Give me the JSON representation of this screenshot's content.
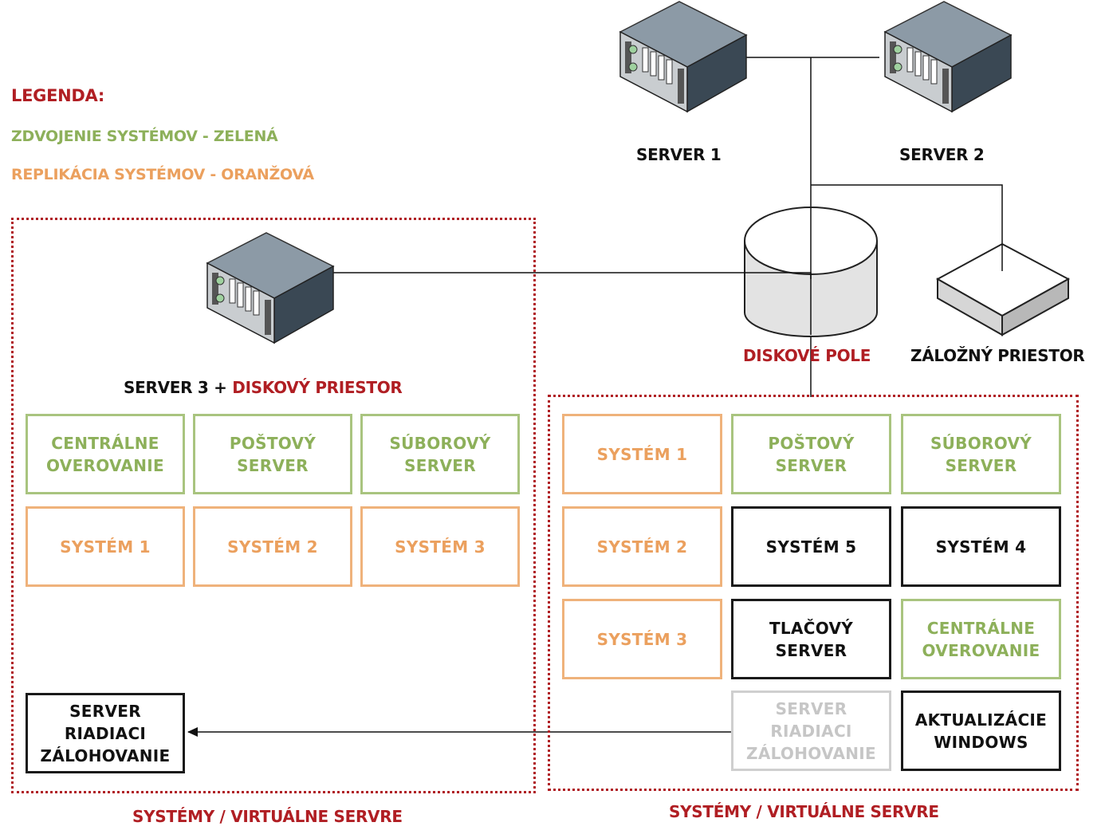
{
  "legend": {
    "title": "LEGENDA:",
    "duplication": "ZDVOJENIE SYSTÉMOV - ZELENÁ",
    "replication": "REPLIKÁCIA SYSTÉMOV - ORANŽOVÁ",
    "colors": {
      "duplication": "#8db05a",
      "replication": "#eba05e",
      "accent": "#b01e23"
    }
  },
  "nodes": {
    "server1": "SERVER 1",
    "server2": "SERVER 2",
    "server3": "SERVER 3 + ",
    "server3_storage": "DISKOVÝ PRIESTOR",
    "disk_array": "DISKOVÉ POLE",
    "backup_space": "ZÁLOŽNÝ PRIESTOR"
  },
  "left_zone": {
    "caption": "SYSTÉMY / VIRTUÁLNE SERVRE",
    "row1": [
      "CENTRÁLNE\nOVEROVANIE",
      "POŠTOVÝ\nSERVER",
      "SÚBOROVÝ\nSERVER"
    ],
    "row2": [
      "SYSTÉM 1",
      "SYSTÉM 2",
      "SYSTÉM 3"
    ],
    "backup_server": "SERVER\nRIADIACI\nZÁLOHOVANIE"
  },
  "right_zone": {
    "caption": "SYSTÉMY / VIRTUÁLNE SERVRE",
    "cells": [
      "SYSTÉM 1",
      "POŠTOVÝ\nSERVER",
      "SÚBOROVÝ\nSERVER",
      "SYSTÉM 2",
      "SYSTÉM 5",
      "SYSTÉM 4",
      "SYSTÉM 3",
      "TLAČOVÝ\nSERVER",
      "CENTRÁLNE\nOVEROVANIE",
      "SERVER\nRIADIACI\nZÁLOHOVANIE",
      "AKTUALIZÁCIE\nWINDOWS"
    ]
  }
}
